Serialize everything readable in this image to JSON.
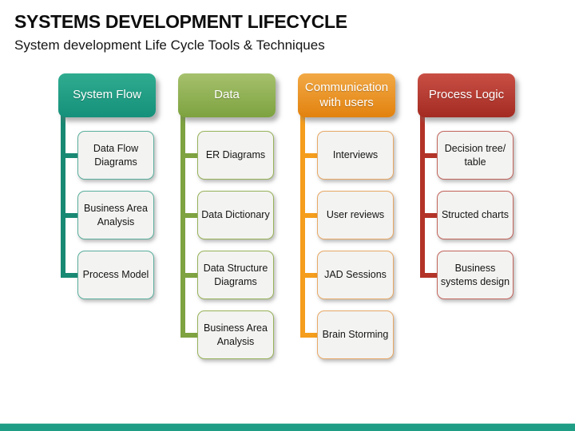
{
  "page": {
    "title": "SYSTEMS DEVELOPMENT LIFECYCLE",
    "subtitle": "System development Life Cycle Tools & Techniques"
  },
  "columns": [
    {
      "label": "System Flow",
      "items": [
        "Data Flow Diagrams",
        "Business Area Analysis",
        "Process Model"
      ],
      "colors": {
        "header_top": "#2fac90",
        "header_bottom": "#15907a",
        "connector": "#188973",
        "item_border": "#5aaf9d"
      }
    },
    {
      "label": "Data",
      "items": [
        "ER Diagrams",
        "Data Dictionary",
        "Data Structure Diagrams",
        "Business Area Analysis"
      ],
      "colors": {
        "header_top": "#a6c16d",
        "header_bottom": "#7da23f",
        "connector": "#7ea340",
        "item_border": "#97b259"
      }
    },
    {
      "label": "Communication with users",
      "items": [
        "Interviews",
        "User reviews",
        "JAD Sessions",
        "Brain Storming"
      ],
      "colors": {
        "header_top": "#f2a945",
        "header_bottom": "#e2820f",
        "connector": "#f59d1c",
        "item_border": "#e7a967"
      }
    },
    {
      "label": "Process Logic",
      "items": [
        "Decision tree/ table",
        "Structed charts",
        "Business systems design"
      ],
      "colors": {
        "header_top": "#c94f45",
        "header_bottom": "#a32b21",
        "connector": "#b33328",
        "item_border": "#c2645c"
      }
    }
  ],
  "footer": {
    "bar_color": "#1f9e85"
  }
}
